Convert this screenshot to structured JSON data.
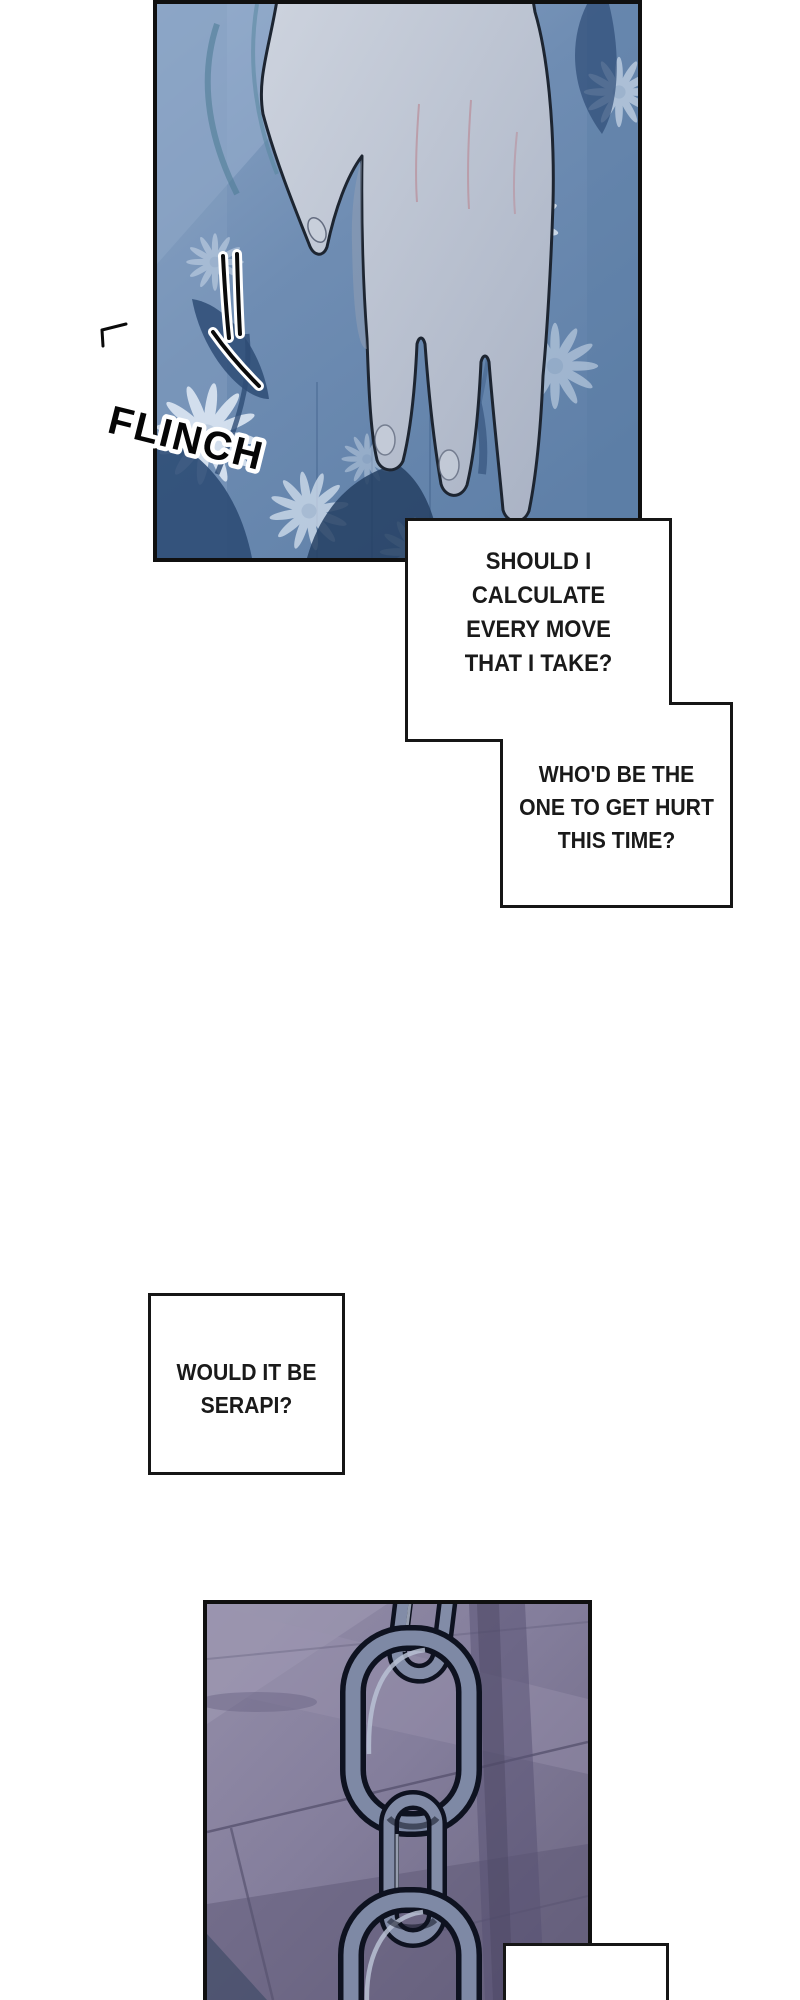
{
  "comic": {
    "sfx": {
      "flinch": "FLINCH"
    },
    "boxes": {
      "box1": {
        "lines": [
          "SHOULD I",
          "CALCULATE",
          "EVERY MOVE",
          "THAT I TAKE?"
        ]
      },
      "box2": {
        "lines": [
          "WHO'D BE THE",
          "ONE TO GET HURT",
          "THIS TIME?"
        ]
      },
      "box3": {
        "lines": [
          "WOULD IT BE",
          "SERAPI?"
        ]
      }
    },
    "colors": {
      "page_background": "#ffffff",
      "panel_border": "#101010",
      "box_border": "#161616",
      "text": "#1a1a1a",
      "sfx_fill": "#050505",
      "sfx_outline": "#ffffff",
      "flower_panel_blue": "#6d8ab1",
      "hand_skin": "#c2cad7",
      "chain_wall_purple": "#837d9b",
      "chain_metal": "#7e89a5"
    }
  }
}
